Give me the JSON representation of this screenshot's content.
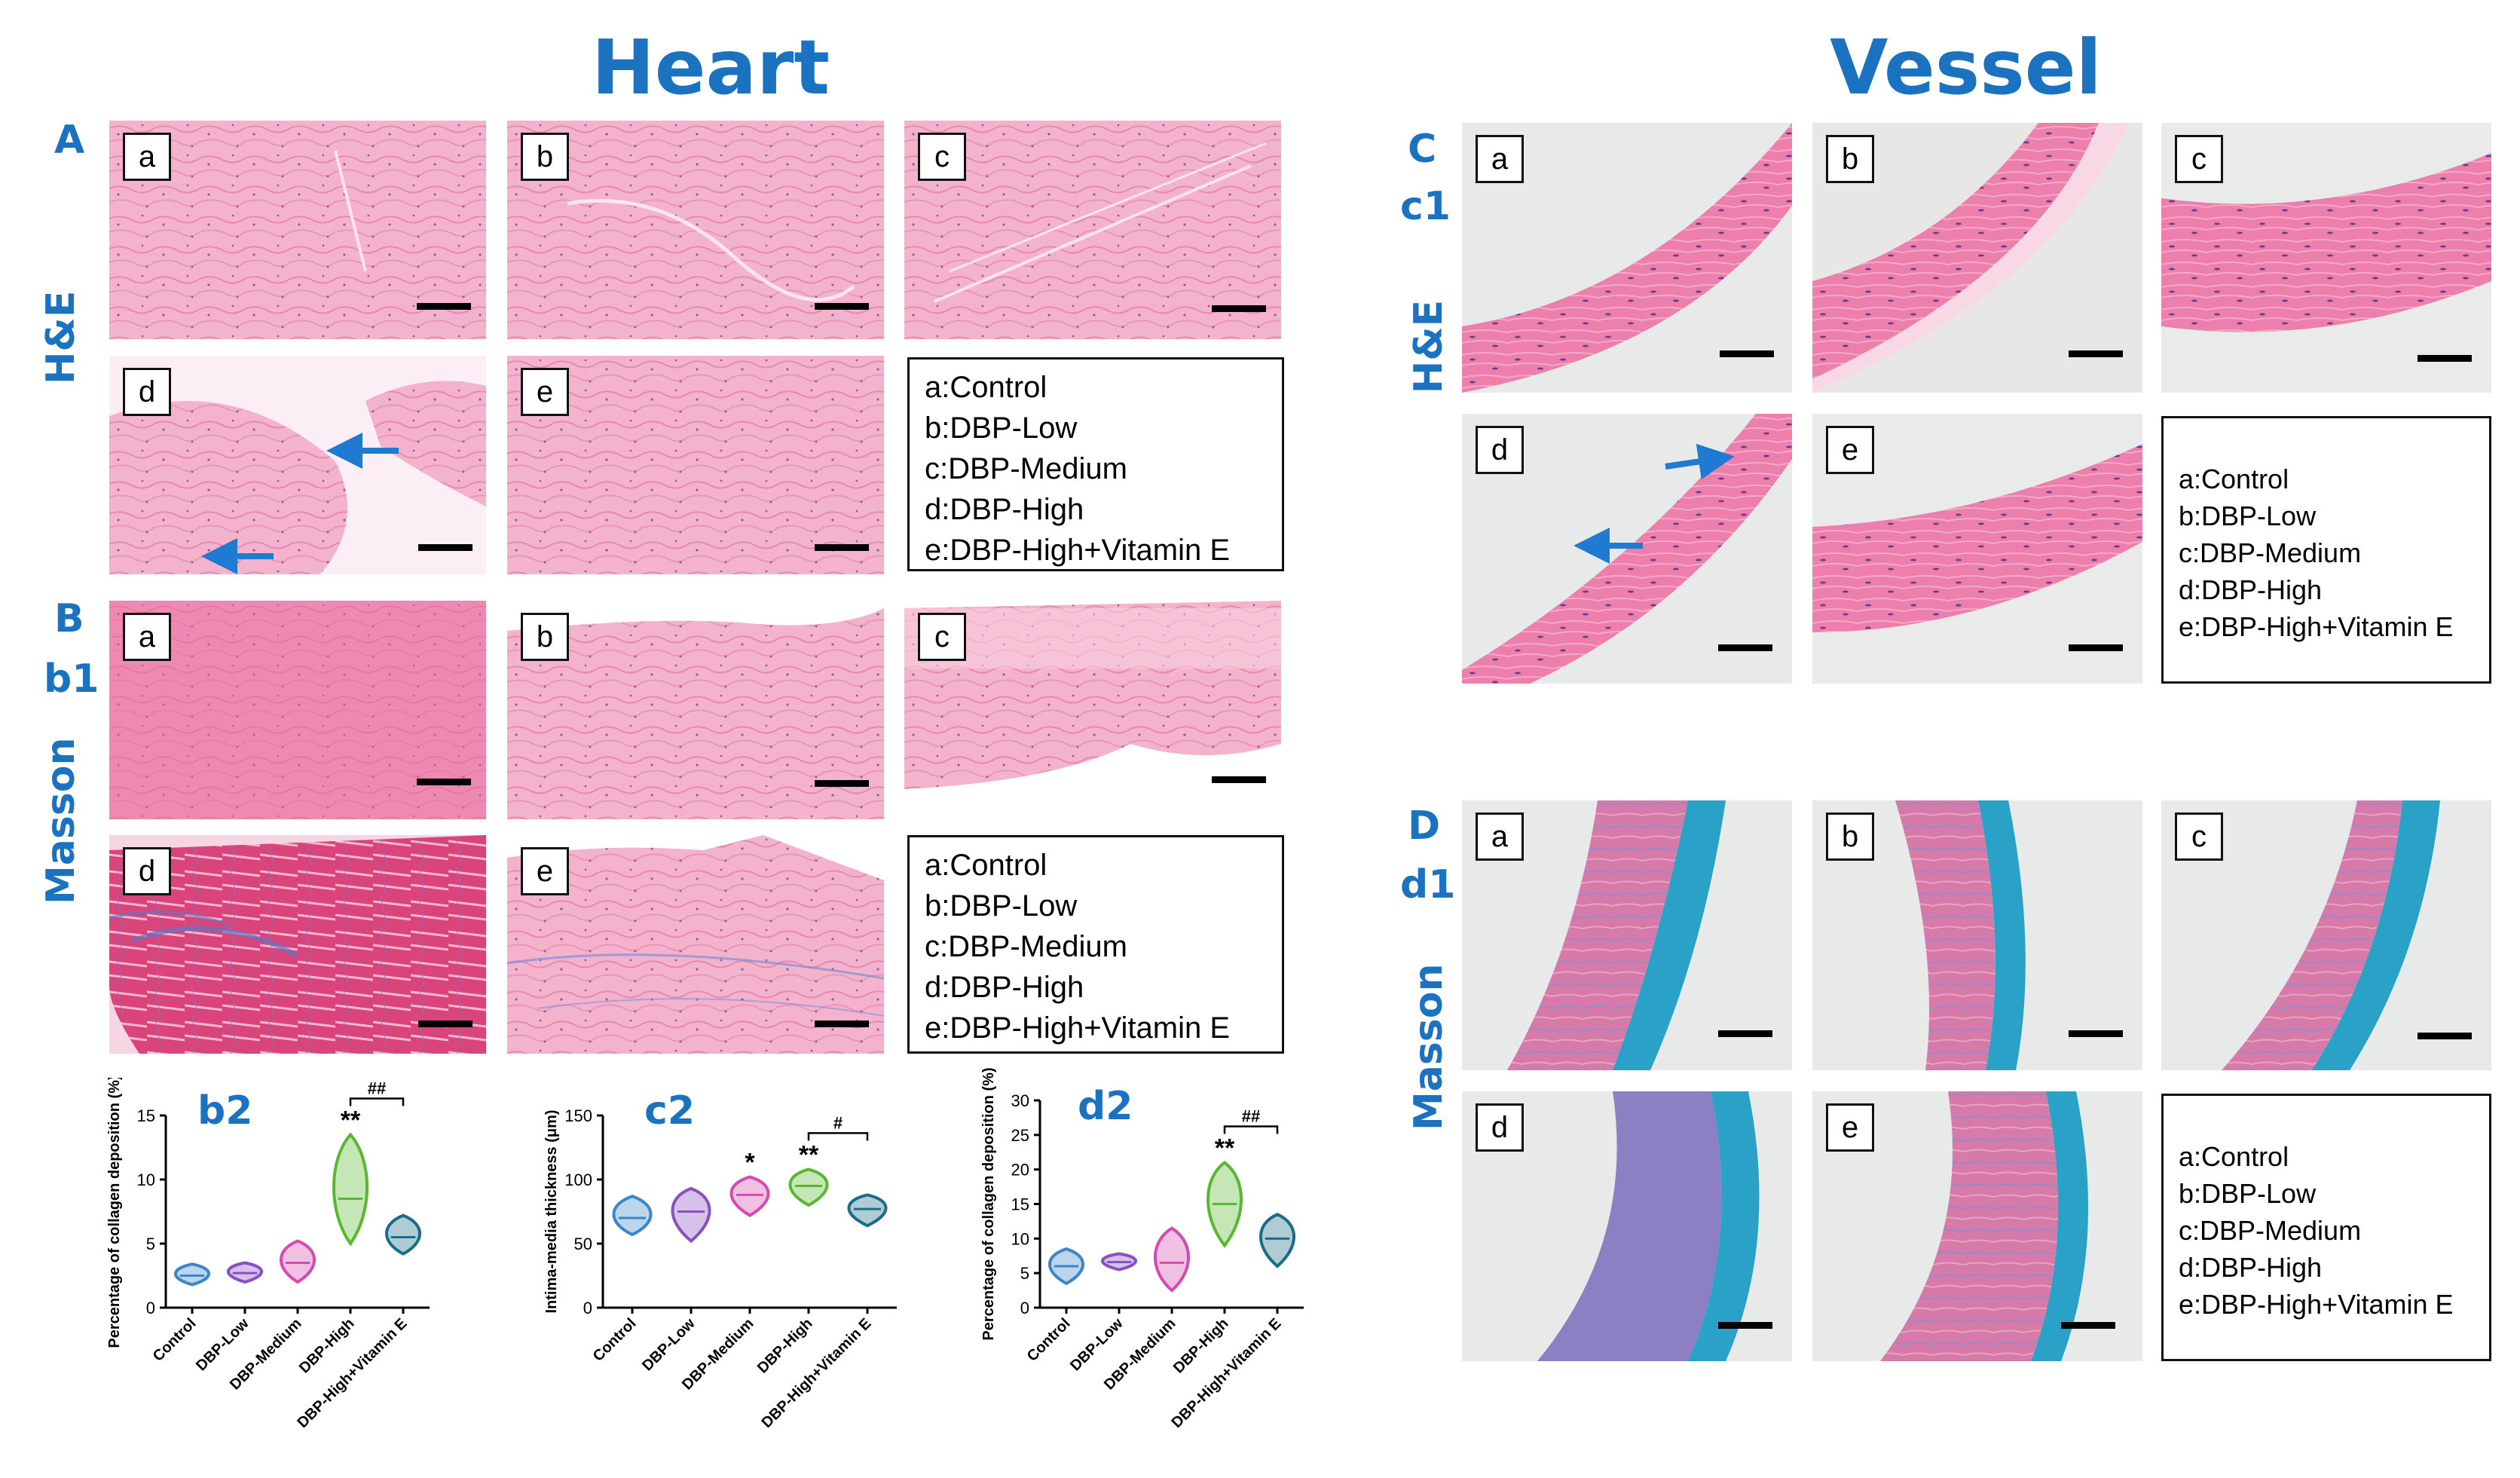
{
  "titles": {
    "heart": "Heart",
    "vessel": "Vessel"
  },
  "heart": {
    "panelA": {
      "letter": "A",
      "stain": "H&E"
    },
    "panelB": {
      "letter": "B",
      "sub": "b1",
      "stain": "Masson"
    },
    "images": {
      "a": "a",
      "b": "b",
      "c": "c",
      "d": "d",
      "e": "e"
    }
  },
  "vessel": {
    "panelC": {
      "letter": "C",
      "sub": "c1",
      "stain": "H&E"
    },
    "panelD": {
      "letter": "D",
      "sub": "d1",
      "stain": "Masson"
    }
  },
  "legend": {
    "lines": [
      "a:Control",
      "b:DBP-Low",
      "c:DBP-Medium",
      "d:DBP-High",
      "e:DBP-High+Vitamin E"
    ]
  },
  "colors": {
    "he_pink": "#f1a9c6",
    "masson_red": "#d63b6c",
    "masson_blue": "#2aa2c8",
    "vessel_bg": "#e9ecea",
    "label_blue": "#1a72c0",
    "control": "#3a86c8",
    "low": "#8a4fc0",
    "medium": "#d44ab0",
    "high": "#58b830",
    "vitE": "#1a6d88"
  },
  "chart_data": [
    {
      "type": "violin",
      "panel": "b2",
      "categories": [
        "Control",
        "DBP-Low",
        "DBP-Medium",
        "DBP-High",
        "DBP-High+Vitamin E"
      ],
      "ylabel": "Percentage of collagen deposition (%)",
      "ylim": [
        0,
        15
      ],
      "yticks": [
        0,
        5,
        10,
        15
      ],
      "series": [
        {
          "min": 1.8,
          "max": 3.4,
          "median": 2.5
        },
        {
          "min": 2.0,
          "max": 3.5,
          "median": 2.7
        },
        {
          "min": 2.0,
          "max": 5.2,
          "median": 3.5
        },
        {
          "min": 5.0,
          "max": 13.5,
          "median": 8.5
        },
        {
          "min": 4.2,
          "max": 7.2,
          "median": 5.5
        }
      ],
      "annotations": [
        {
          "category": "DBP-High",
          "text": "**"
        },
        {
          "from": "DBP-High",
          "to": "DBP-High+Vitamin E",
          "text": "##"
        }
      ]
    },
    {
      "type": "violin",
      "panel": "c2",
      "categories": [
        "Control",
        "DBP-Low",
        "DBP-Medium",
        "DBP-High",
        "DBP-High+Vitamin E"
      ],
      "ylabel": "Intima-media thickness (μm)",
      "ylim": [
        0,
        150
      ],
      "yticks": [
        0,
        50,
        100,
        150
      ],
      "series": [
        {
          "min": 57,
          "max": 87,
          "median": 70
        },
        {
          "min": 52,
          "max": 93,
          "median": 75
        },
        {
          "min": 72,
          "max": 102,
          "median": 88
        },
        {
          "min": 80,
          "max": 108,
          "median": 95
        },
        {
          "min": 64,
          "max": 88,
          "median": 77
        }
      ],
      "annotations": [
        {
          "category": "DBP-Medium",
          "text": "*"
        },
        {
          "category": "DBP-High",
          "text": "**"
        },
        {
          "from": "DBP-High",
          "to": "DBP-High+Vitamin E",
          "text": "#"
        }
      ]
    },
    {
      "type": "violin",
      "panel": "d2",
      "categories": [
        "Control",
        "DBP-Low",
        "DBP-Medium",
        "DBP-High",
        "DBP-High+Vitamin E"
      ],
      "ylabel": "Percentage of collagen deposition (%)",
      "ylim": [
        0,
        30
      ],
      "yticks": [
        0,
        5,
        10,
        15,
        20,
        25,
        30
      ],
      "series": [
        {
          "min": 3.5,
          "max": 8.5,
          "median": 6.0
        },
        {
          "min": 5.5,
          "max": 7.8,
          "median": 6.6
        },
        {
          "min": 2.5,
          "max": 11.5,
          "median": 6.5
        },
        {
          "min": 9.0,
          "max": 21.0,
          "median": 15.0
        },
        {
          "min": 6.0,
          "max": 13.5,
          "median": 10.0
        }
      ],
      "annotations": [
        {
          "category": "DBP-High",
          "text": "**"
        },
        {
          "from": "DBP-High",
          "to": "DBP-High+Vitamin E",
          "text": "##"
        }
      ]
    }
  ]
}
